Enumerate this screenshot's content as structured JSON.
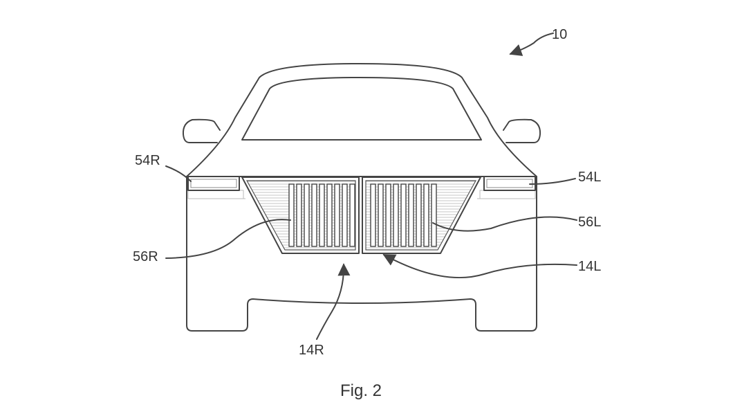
{
  "figure": {
    "caption": "Fig. 2",
    "labels": {
      "vehicle": "10",
      "headlamp_right": "54R",
      "headlamp_left": "54L",
      "panel_right": "56R",
      "panel_left": "56L",
      "grille_right": "14R",
      "grille_left": "14L"
    }
  }
}
